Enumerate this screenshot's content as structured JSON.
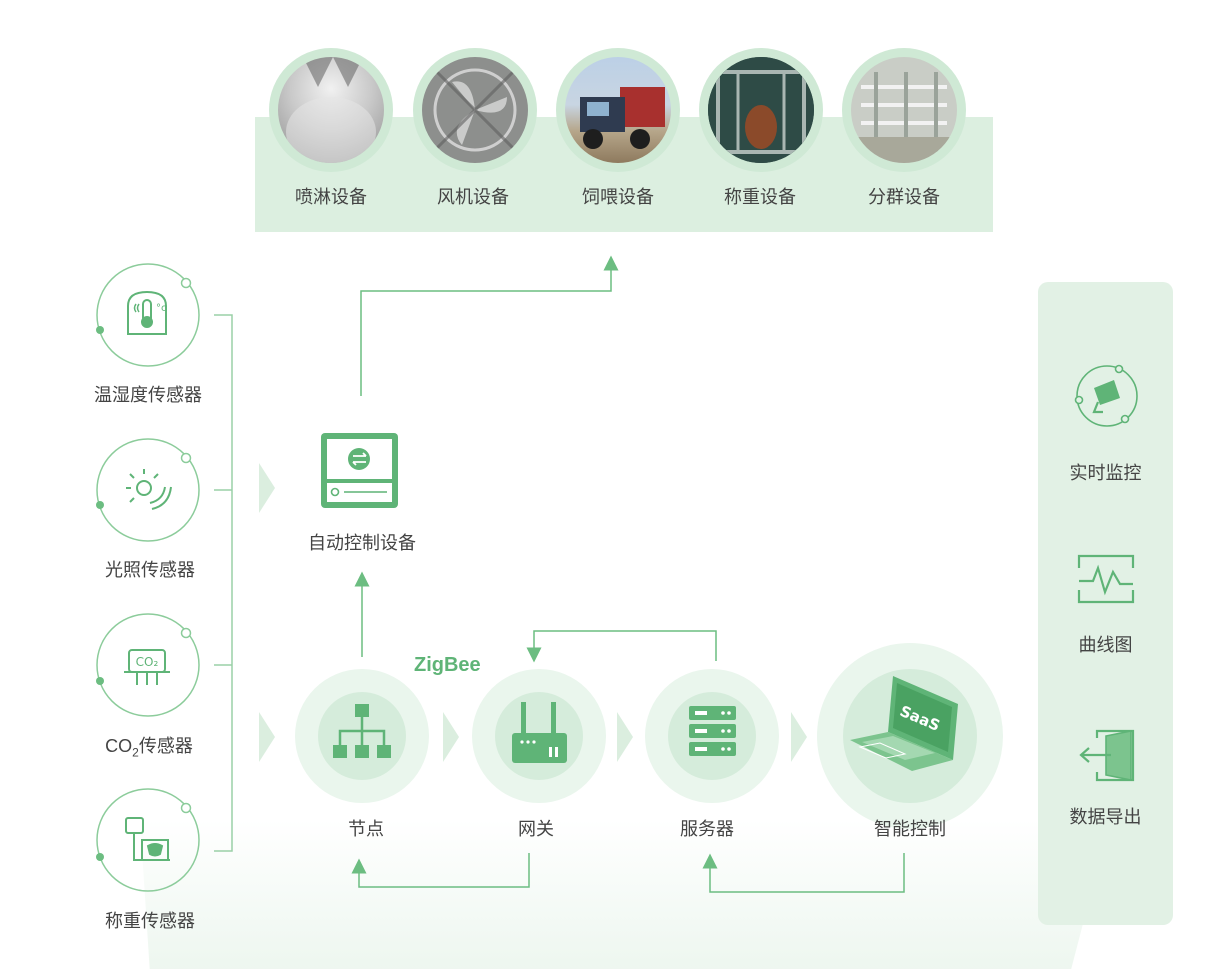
{
  "devices": [
    {
      "id": "spray",
      "label": "喷淋设备"
    },
    {
      "id": "fan",
      "label": "风机设备"
    },
    {
      "id": "feed",
      "label": "饲喂设备"
    },
    {
      "id": "weigh",
      "label": "称重设备"
    },
    {
      "id": "sort",
      "label": "分群设备"
    }
  ],
  "sensors": [
    {
      "id": "temp-humidity",
      "label": "温湿度传感器"
    },
    {
      "id": "light",
      "label": "光照传感器"
    },
    {
      "id": "co2",
      "label_main": "CO",
      "label_sub": "2",
      "label_tail": "传感器"
    },
    {
      "id": "weight",
      "label": "称重传感器"
    }
  ],
  "control": {
    "label": "自动控制设备"
  },
  "flow": {
    "protocol": "ZigBee",
    "nodes": [
      {
        "id": "node",
        "label": "节点"
      },
      {
        "id": "gateway",
        "label": "网关"
      },
      {
        "id": "server",
        "label": "服务器"
      },
      {
        "id": "smart",
        "label": "智能控制",
        "badge": "SaaS"
      }
    ]
  },
  "platform": [
    {
      "id": "monitor",
      "label": "实时监控"
    },
    {
      "id": "curve",
      "label": "曲线图"
    },
    {
      "id": "export",
      "label": "数据导出"
    }
  ],
  "colors": {
    "accent": "#5fb477",
    "line": "#7cc48e",
    "soft": "#dcefe0"
  }
}
